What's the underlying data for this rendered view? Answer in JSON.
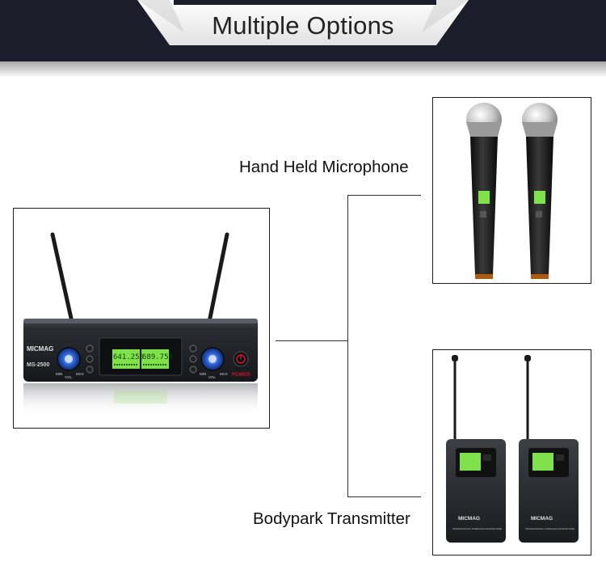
{
  "banner": {
    "title": "Multiple Options",
    "colors": {
      "dark": "#1b1e2a",
      "plate": "#ececec"
    }
  },
  "receiver": {
    "brand": "MICMAG",
    "model": "MS-2500",
    "lcd_left": "641.250",
    "lcd_right": "689.750",
    "knob_left_min": "MIN",
    "knob_left_max": "MAX",
    "knob_left_vol": "VOL",
    "knob_right_min": "MIN",
    "knob_right_max": "MAX",
    "knob_right_vol": "VOL",
    "power_label": "POWER",
    "colors": {
      "lcd": "#7fe24a",
      "knob": "#2a5fd1",
      "power": "#c8162a"
    }
  },
  "options": {
    "handheld_label": "Hand Held Microphone",
    "bodypack_label": "Bodypark Transmitter",
    "bodypack_brand": "MICMAG",
    "bodypack_subtext": "PROFESSIONAL WIRELESS MICROPHONE"
  }
}
